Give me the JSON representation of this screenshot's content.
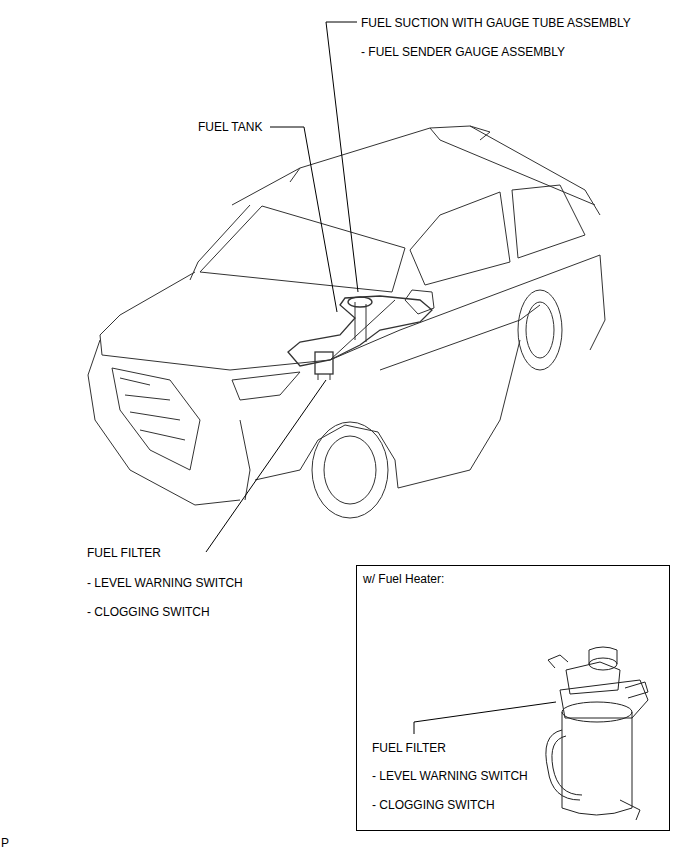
{
  "diagram": {
    "nodes": [
      {
        "text": [
          "w/ Fuel Heater:",
          "FUEL FILTER",
          "- LEVEL WARNING SWITCH",
          "- CLOGGING SWITCH"
        ]
      }
    ],
    "labels": [
      "FUEL SUCTION WITH GAUGE TUBE ASSEMBLY",
      "- FUEL SENDER GAUGE ASSEMBLY",
      "FUEL TANK",
      "FUEL FILTER",
      "- LEVEL WARNING SWITCH",
      "- CLOGGING SWITCH",
      "P"
    ]
  }
}
